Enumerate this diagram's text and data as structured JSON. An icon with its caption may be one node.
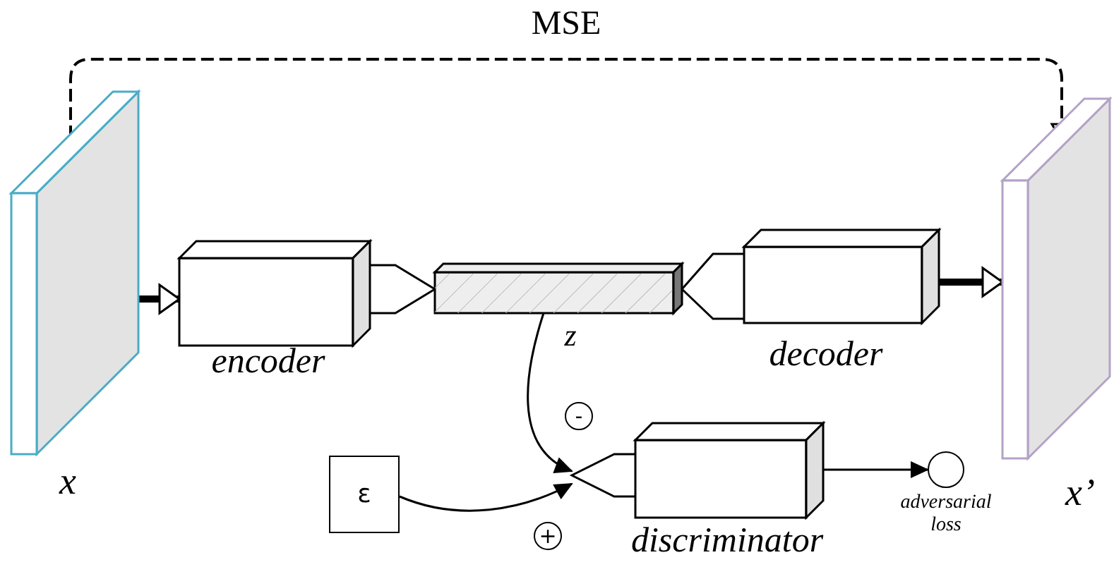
{
  "diagram": {
    "nodes": [
      {
        "text": [
          "x"
        ]
      },
      {
        "text": [
          "encoder"
        ]
      },
      {
        "text": [],
        "shape": "bar"
      },
      {
        "text": [
          "decoder"
        ]
      },
      {
        "text": [
          "x’"
        ]
      },
      {
        "text": [
          "ε"
        ]
      },
      {
        "text": [
          "discriminator"
        ]
      },
      {
        "text": [],
        "shape": "circle",
        "beside": [
          "adversarial loss"
        ]
      }
    ],
    "edges": [
      {
        "from": 0,
        "to": 1,
        "arrow": "to",
        "style": "thick"
      },
      {
        "from": 1,
        "to": 2,
        "arrow": "none"
      },
      {
        "from": 2,
        "to": 3,
        "arrow": "none"
      },
      {
        "from": 3,
        "to": 4,
        "arrow": "to",
        "style": "thick"
      },
      {
        "from": 0,
        "to": 4,
        "arrow": "to",
        "style": "dashed",
        "label": "MSE"
      },
      {
        "from": 2,
        "to": 6,
        "arrow": "to",
        "label": "z"
      },
      {
        "from": 5,
        "to": 6,
        "arrow": "to"
      },
      {
        "from": 6,
        "to": 7,
        "arrow": "to"
      }
    ],
    "labels": [
      "-",
      "+"
    ]
  }
}
